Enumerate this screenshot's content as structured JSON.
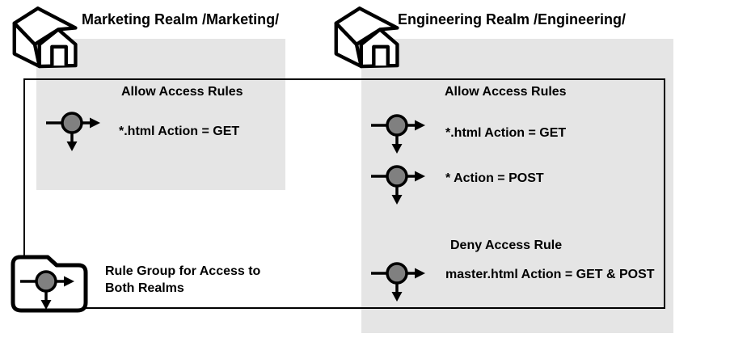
{
  "colors": {
    "panel_gray": "#e5e5e5",
    "icon_circle_gray": "#808080",
    "outline_black": "#000000",
    "background": "#ffffff"
  },
  "icons": {
    "realm": "house-icon",
    "rule": "access-rule-icon",
    "rule_group": "folder-rule-group-icon"
  },
  "marketing_realm": {
    "title": "Marketing Realm /Marketing/",
    "allow_heading": "Allow Access Rules",
    "allow_rules": [
      "*.html Action = GET"
    ]
  },
  "engineering_realm": {
    "title": "Engineering Realm /Engineering/",
    "allow_heading": "Allow Access Rules",
    "allow_rules": [
      "*.html Action = GET",
      "* Action = POST"
    ],
    "deny_heading": "Deny Access Rule",
    "deny_rules": [
      "master.html Action = GET & POST"
    ]
  },
  "rule_group": {
    "label": "Rule Group for Access to Both Realms"
  }
}
